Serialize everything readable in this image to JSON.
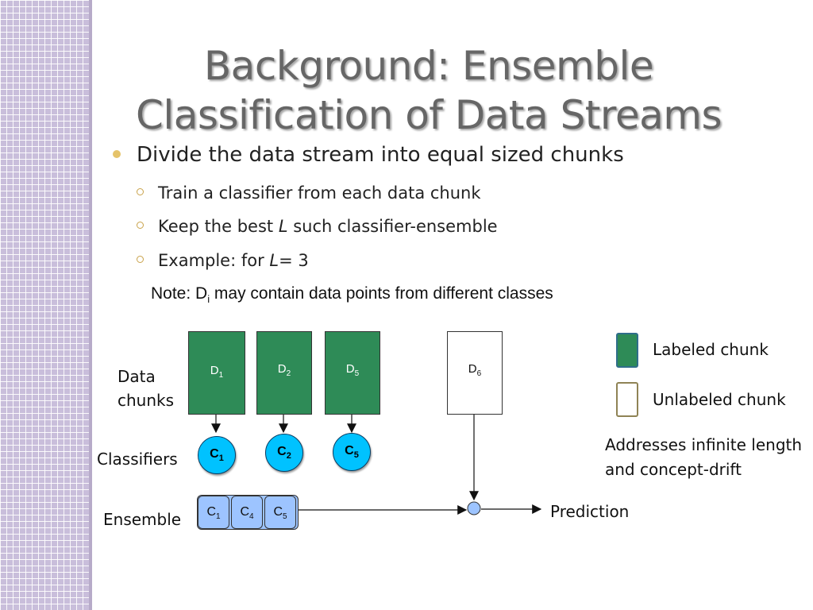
{
  "slide": {
    "title_line1": "Background: Ensemble",
    "title_line2": "Classification of Data Streams",
    "bullet": "Divide the data stream into equal sized chunks",
    "sub1": "Train a classifier from each data chunk",
    "sub2_pre": "Keep the best ",
    "sub2_var": "L",
    "sub2_post": " such classifier-ensemble",
    "sub3_pre": "Example: for ",
    "sub3_var": "L",
    "sub3_post": "= 3",
    "note_pre": "Note: D",
    "note_sub": "i",
    "note_post": " may contain data points from different classes"
  },
  "diagram": {
    "label_data_chunks_1": "Data",
    "label_data_chunks_2": "chunks",
    "label_classifiers": "Classifiers",
    "label_ensemble": "Ensemble",
    "label_prediction": "Prediction",
    "chunks": [
      {
        "letter": "D",
        "sub": "1"
      },
      {
        "letter": "D",
        "sub": "2"
      },
      {
        "letter": "D",
        "sub": "5"
      },
      {
        "letter": "D",
        "sub": "6"
      }
    ],
    "classifiers": [
      {
        "letter": "C",
        "sub": "1"
      },
      {
        "letter": "C",
        "sub": "2"
      },
      {
        "letter": "C",
        "sub": "5"
      }
    ],
    "ensemble": [
      {
        "letter": "C",
        "sub": "1"
      },
      {
        "letter": "C",
        "sub": "4"
      },
      {
        "letter": "C",
        "sub": "5"
      }
    ],
    "legend_labeled": "Labeled chunk",
    "legend_unlabeled": "Unlabeled chunk",
    "addresses_1": "Addresses infinite length",
    "addresses_2": "and concept-drift"
  },
  "colors": {
    "labeled": "#2e8b57",
    "classifier": "#00c2ff",
    "ensemble": "#9dc4ff",
    "title": "#666666"
  }
}
